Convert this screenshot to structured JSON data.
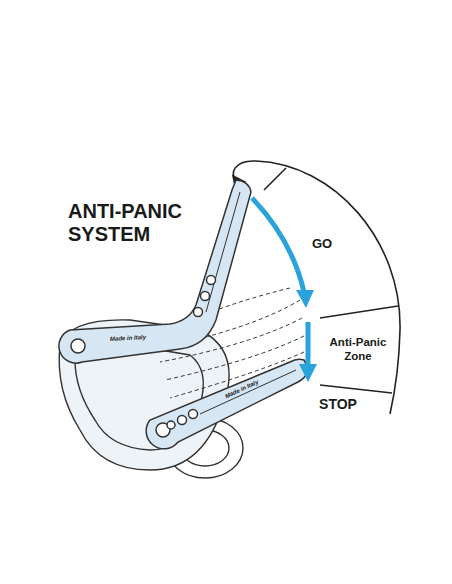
{
  "diagram": {
    "title": "ANTI-PANIC SYSTEM",
    "labels": [
      "GO",
      "Anti-Panic Zone",
      "STOP",
      "Made in Italy",
      "Made in Italy"
    ]
  }
}
